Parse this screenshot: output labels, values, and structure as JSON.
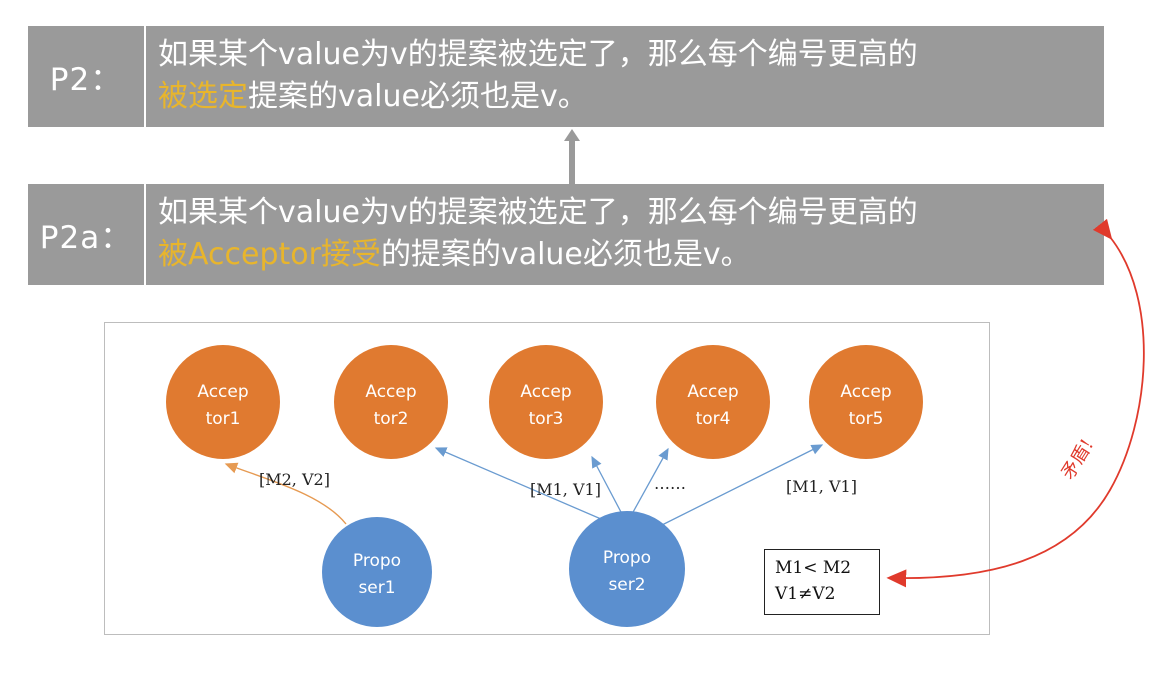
{
  "p2": {
    "label": "P2：",
    "line1": "如果某个value为v的提案被选定了，那么每个编号更高的",
    "line2_highlight": "被选定",
    "line2_rest": "提案的value必须也是v。"
  },
  "p2a": {
    "label": "P2a：",
    "line1": "如果某个value为v的提案被选定了，那么每个编号更高的",
    "line2_highlight": "被Acceptor接受",
    "line2_rest": "的提案的value必须也是v。"
  },
  "acceptors": [
    {
      "line1": "Accep",
      "line2": "tor1"
    },
    {
      "line1": "Accep",
      "line2": "tor2"
    },
    {
      "line1": "Accep",
      "line2": "tor3"
    },
    {
      "line1": "Accep",
      "line2": "tor4"
    },
    {
      "line1": "Accep",
      "line2": "tor5"
    }
  ],
  "proposers": [
    {
      "line1": "Propo",
      "line2": "ser1"
    },
    {
      "line1": "Propo",
      "line2": "ser2"
    }
  ],
  "messages": {
    "m2": "[M2, V2]",
    "m1_left": "[M1, V1]",
    "dots": "……",
    "m1_right": "[M1, V1]"
  },
  "condition": {
    "line1": "M1< M2",
    "line2": "V1≠V2"
  },
  "contradiction_label": "矛盾!",
  "colors": {
    "bar": "#9a9a9a",
    "highlight": "#e8b52c",
    "acceptor": "#e07a30",
    "proposer": "#5b8fcf",
    "arrow_blue": "#6a9bd0",
    "arrow_orange": "#e69a52",
    "arrow_red": "#e03a2c"
  }
}
